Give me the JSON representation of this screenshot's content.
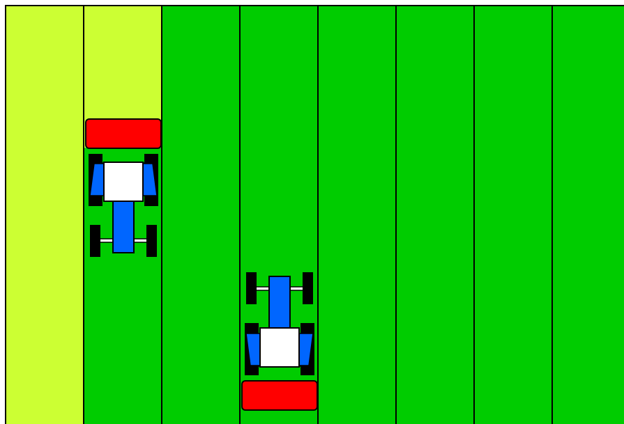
{
  "field": {
    "columns": [
      {
        "state": "mowed"
      },
      {
        "state": "partially-mowed",
        "mowed_fraction": 0.34
      },
      {
        "state": "unmowed"
      },
      {
        "state": "unmowed"
      },
      {
        "state": "unmowed"
      },
      {
        "state": "unmowed"
      },
      {
        "state": "unmowed"
      },
      {
        "state": "unmowed"
      }
    ],
    "colors": {
      "mowed": "#ccff33",
      "unmowed": "#00cc00",
      "line": "#000000"
    }
  },
  "tractors": [
    {
      "name": "tractor-left",
      "heading": "up",
      "column": 1
    },
    {
      "name": "tractor-center",
      "heading": "down",
      "column": 3
    }
  ],
  "tractor_colors": {
    "body": "#0066ff",
    "cab": "#ffffff",
    "tire": "#000000",
    "mower": "#ff0000"
  }
}
